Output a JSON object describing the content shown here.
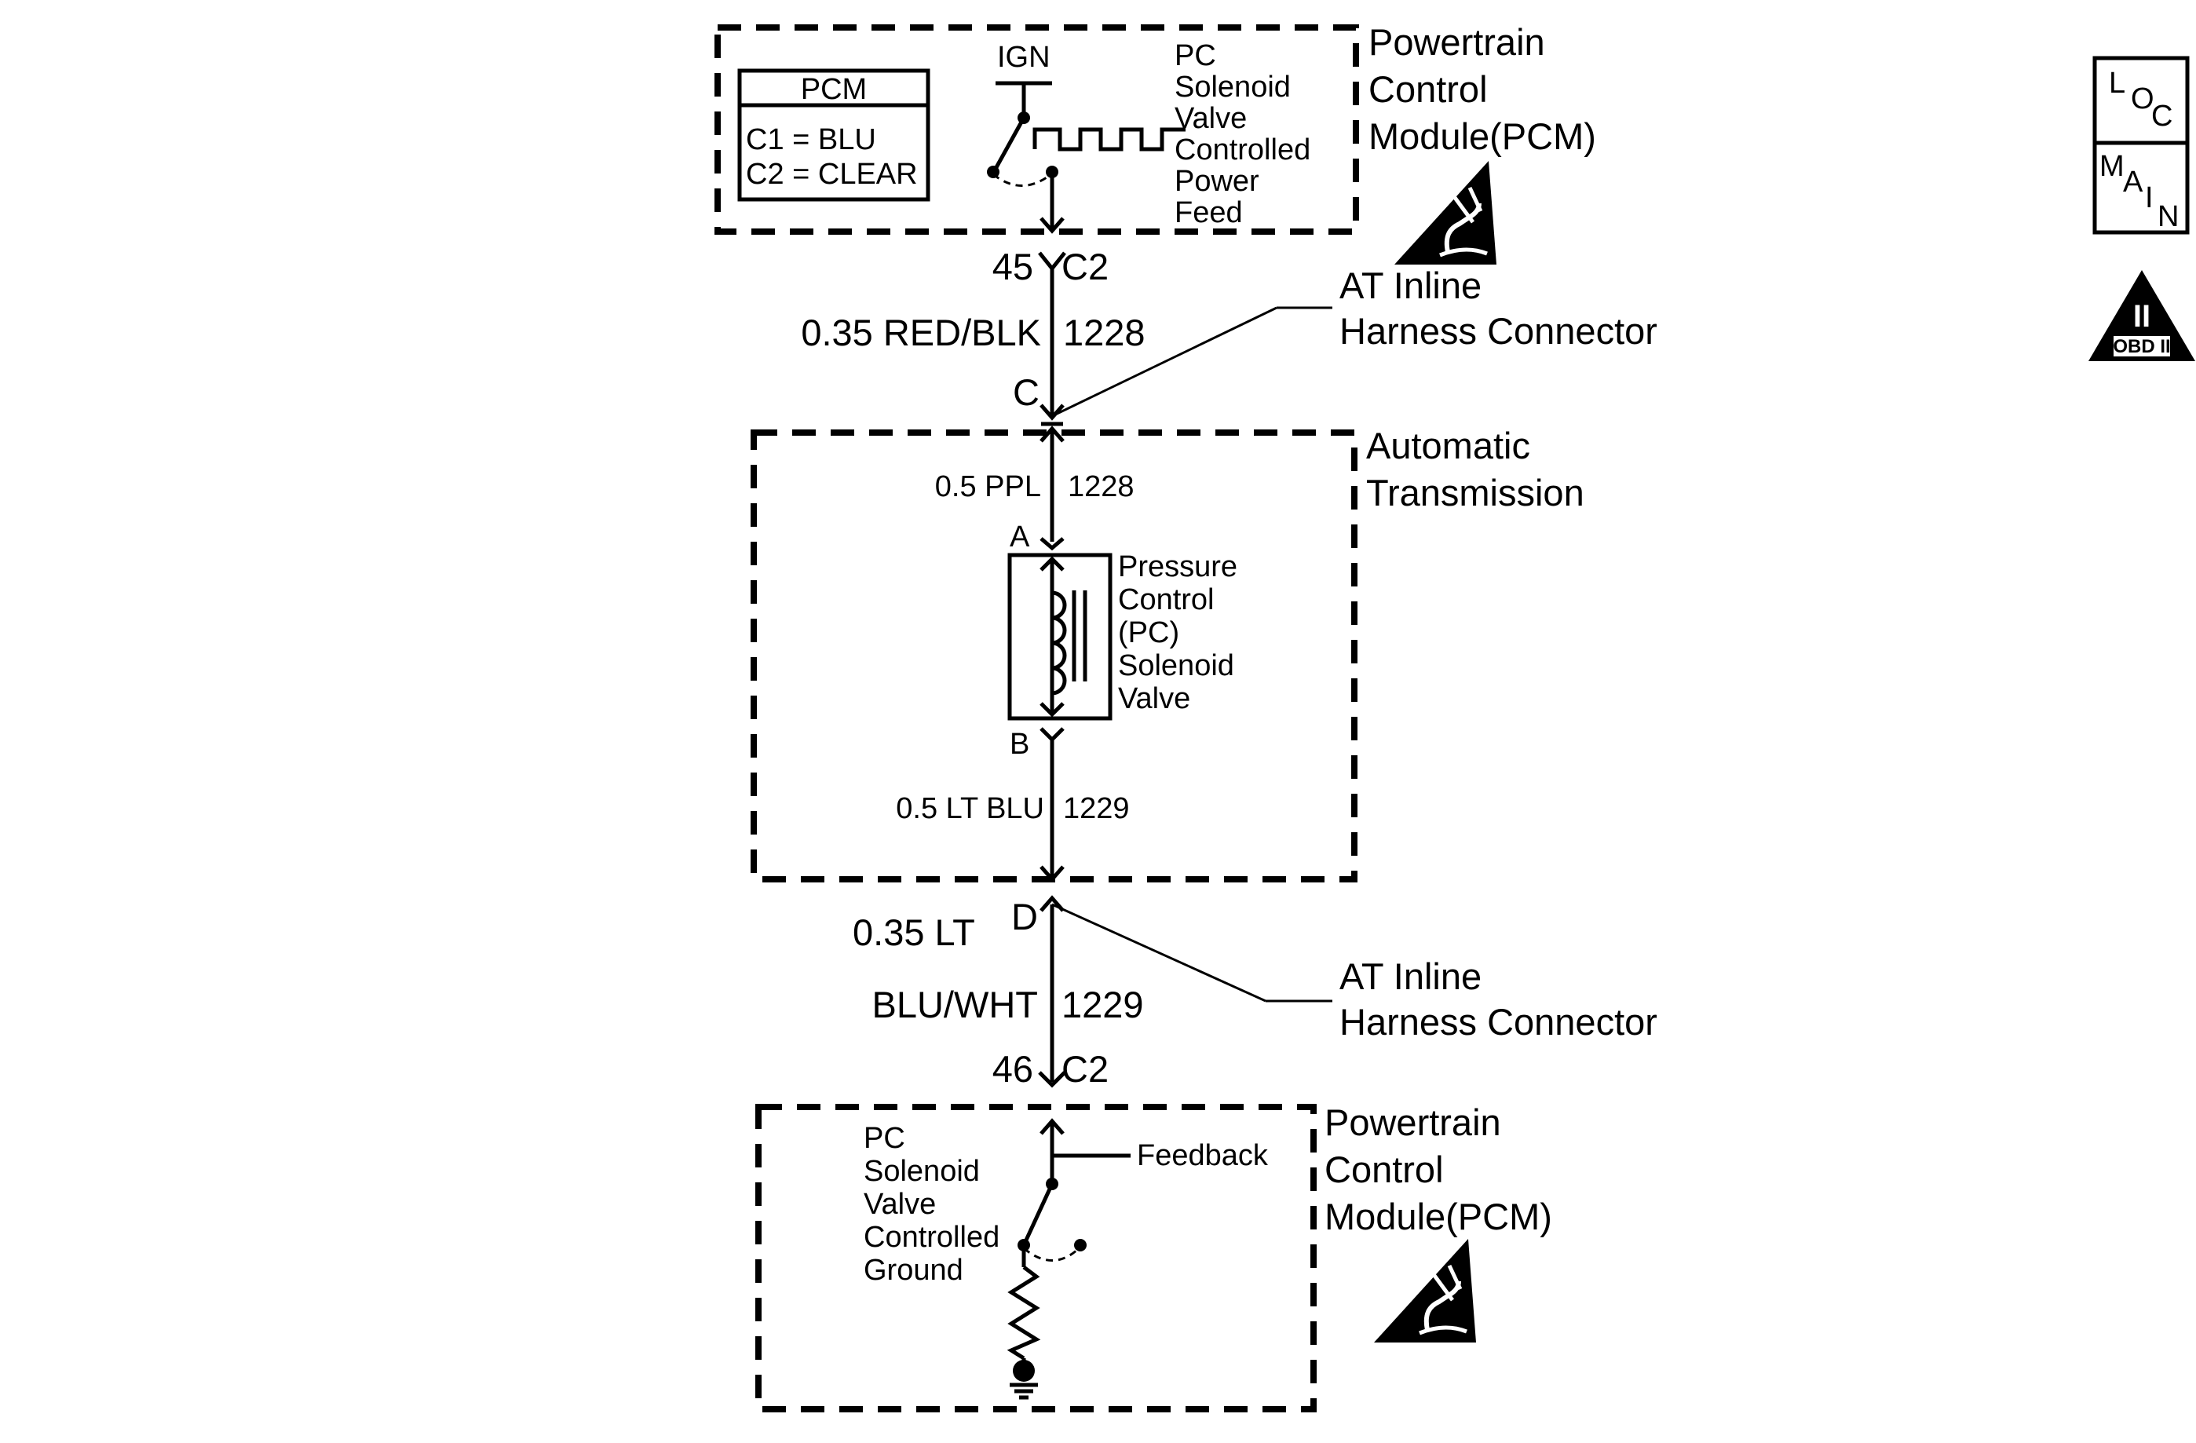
{
  "pcm_top": {
    "title": [
      "Powertrain",
      "Control",
      "Module(PCM)"
    ],
    "legend_title": "PCM",
    "legend_lines": [
      "C1 = BLU",
      "C2 = CLEAR"
    ],
    "ign_label": "IGN",
    "driver_label": [
      "PC",
      "Solenoid",
      "Valve",
      "Controlled",
      "Power",
      "Feed"
    ]
  },
  "pin_top": {
    "pin": "45",
    "conn": "C2"
  },
  "wire_top": {
    "gauge_color": "0.35 RED/BLK",
    "circuit": "1228"
  },
  "inline_connector_top": {
    "letter": "C",
    "label": [
      "AT Inline",
      "Harness Connector"
    ]
  },
  "transmission": {
    "title": [
      "Automatic",
      "Transmission"
    ],
    "wire_in": {
      "gauge_color": "0.5 PPL",
      "circuit": "1228"
    },
    "pin_a": "A",
    "pin_b": "B",
    "solenoid_label": [
      "Pressure",
      "Control",
      "(PC)",
      "Solenoid",
      "Valve"
    ],
    "wire_out": {
      "gauge_color": "0.5 LT BLU",
      "circuit": "1229"
    }
  },
  "inline_connector_bottom": {
    "letter": "D",
    "label": [
      "AT Inline",
      "Harness Connector"
    ]
  },
  "wire_bottom": {
    "gauge_color_line1": "0.35 LT",
    "gauge_color_line2": "BLU/WHT",
    "circuit": "1229"
  },
  "pin_bottom": {
    "pin": "46",
    "conn": "C2"
  },
  "pcm_bottom": {
    "title": [
      "Powertrain",
      "Control",
      "Module(PCM)"
    ],
    "driver_label": [
      "PC",
      "Solenoid",
      "Valve",
      "Controlled",
      "Ground"
    ],
    "feedback_label": "Feedback"
  },
  "side_icons": {
    "loc": [
      "L",
      "O",
      "C"
    ],
    "main": [
      "M",
      "A",
      "I",
      "N"
    ],
    "obd": {
      "numeral": "II",
      "text": "OBD II"
    }
  },
  "icons": [
    "esd-warning-icon",
    "loc-icon",
    "main-icon",
    "obd-ii-icon",
    "ground-icon",
    "coil-icon",
    "resistor-icon",
    "switch-icon"
  ]
}
